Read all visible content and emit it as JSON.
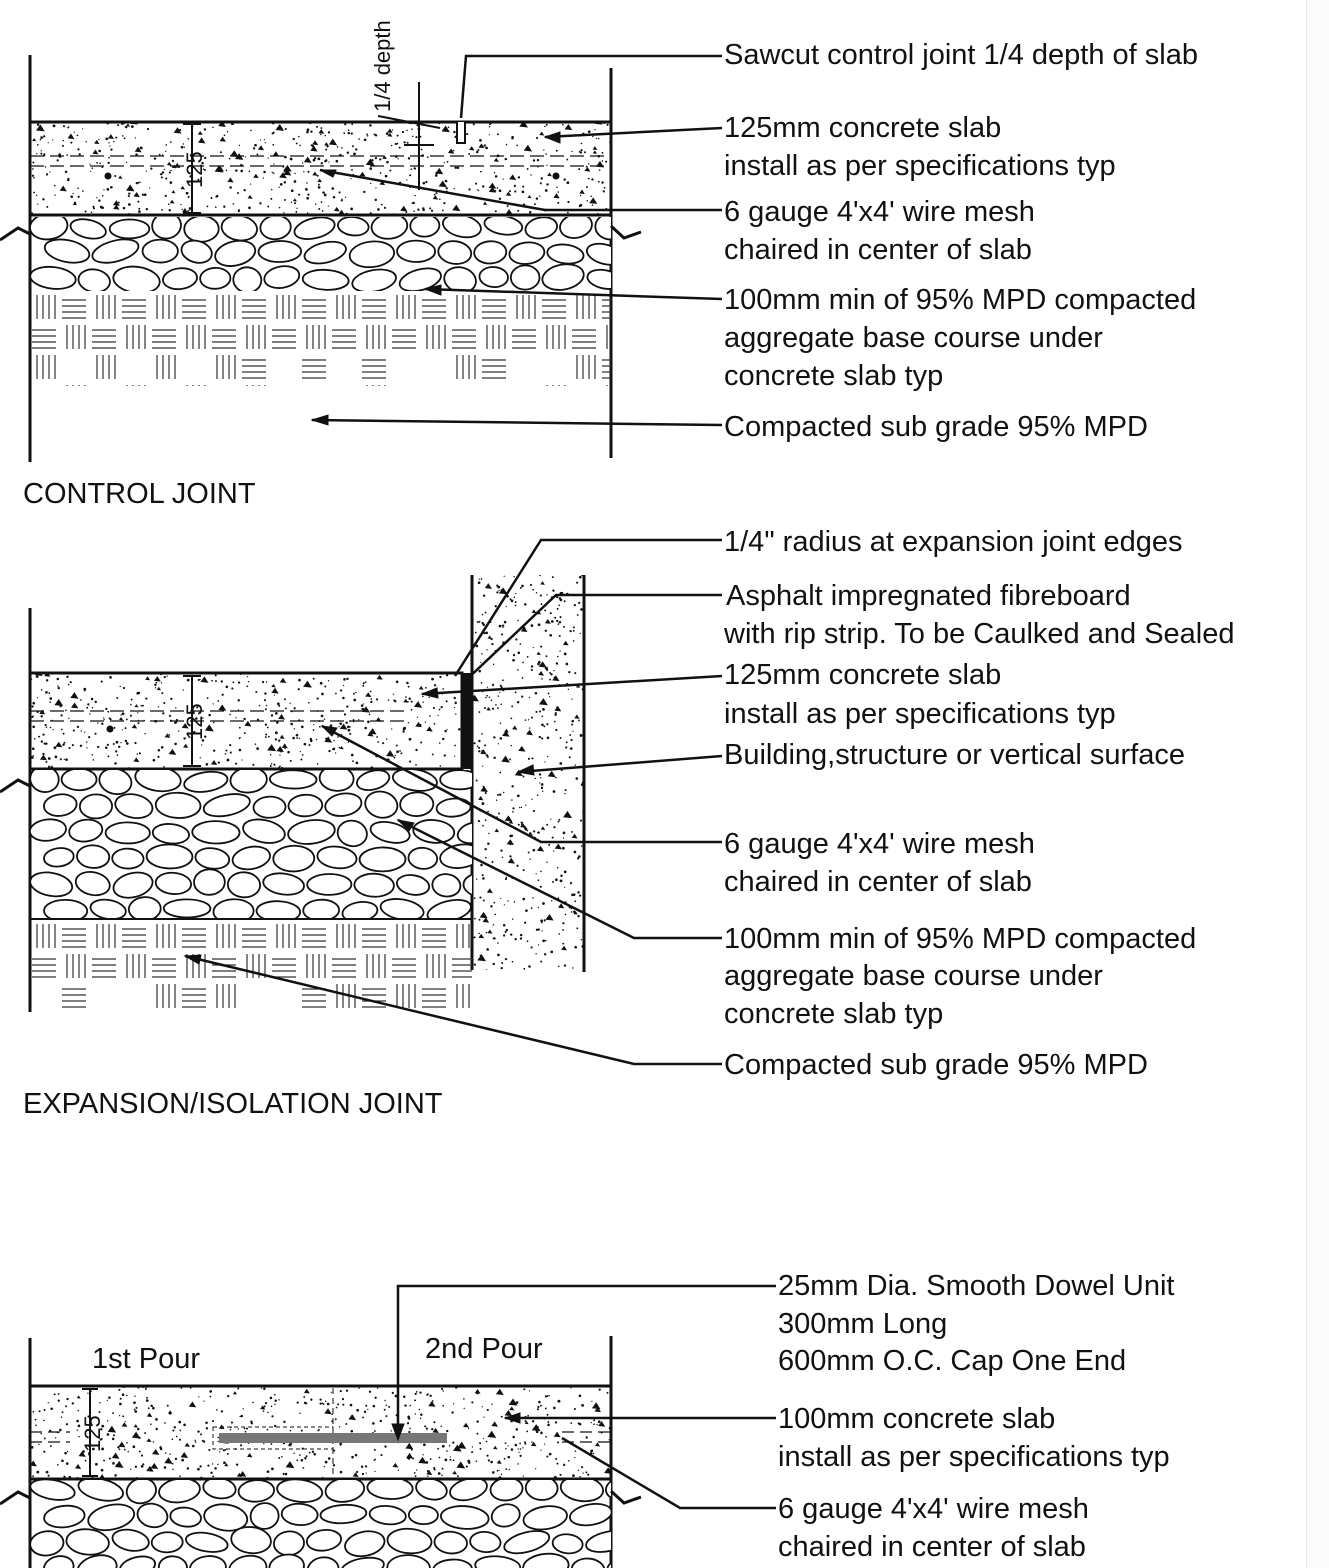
{
  "details": {
    "control_joint": {
      "title": "CONTROL JOINT",
      "dim_depth": "1/4 depth",
      "dim_slab": "125",
      "callouts": [
        "Sawcut control joint 1/4 depth of slab",
        "125mm concrete slab",
        "install as per specifications typ",
        "6 gauge 4'x4' wire mesh",
        "chaired in center of slab",
        "100mm min of 95% MPD compacted",
        "aggregate base course under",
        "concrete slab typ",
        "Compacted sub grade 95% MPD"
      ]
    },
    "expansion_joint": {
      "title": "EXPANSION/ISOLATION JOINT",
      "dim_slab": "125",
      "callouts": [
        "1/4\" radius at expansion joint edges",
        "Asphalt impregnated fibreboard",
        "with rip strip. To be Caulked and Sealed",
        "125mm concrete slab",
        "install as per specifications typ",
        "Building,structure or vertical surface",
        "6 gauge 4'x4' wire mesh",
        "chaired in center of slab",
        "100mm min of 95% MPD compacted",
        "aggregate base course under",
        "concrete slab typ",
        "Compacted sub grade 95% MPD"
      ]
    },
    "construction_joint": {
      "pour_1": "1st Pour",
      "pour_2": "2nd Pour",
      "dim_slab": "125",
      "callouts": [
        "25mm Dia. Smooth Dowel Unit",
        "300mm Long",
        "600mm O.C. Cap One End",
        "100mm concrete slab",
        "install as per specifications typ",
        "6 gauge 4'x4' wire mesh",
        "chaired in center of slab"
      ]
    }
  },
  "colors": {
    "ink": "#111111",
    "dowel": "#777777",
    "hatch": "#333333"
  }
}
